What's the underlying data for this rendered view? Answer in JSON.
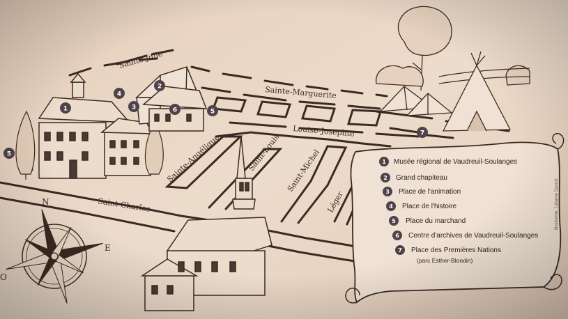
{
  "colors": {
    "paper": "#e9d6c4",
    "ink": "#3b2a22",
    "marker": "#4f4249",
    "scroll": "#efe1d3"
  },
  "streets": {
    "sainte_julie": "Sainte-Julie",
    "sainte_marguerite": "Sainte-Marguerite",
    "louise_josephte": "Louise-Josephte",
    "sainte_angelique": "Sainte-Angélique",
    "saint_louis": "Saint-Louis",
    "saint_michel": "Saint-Michel",
    "leger": "Léger",
    "saint_charles": "Saint-Charles"
  },
  "map_markers": {
    "m1": "1",
    "m2": "2",
    "m3": "3",
    "m4": "4",
    "m5a": "5",
    "m5b": "5",
    "m6": "6",
    "m7": "7"
  },
  "legend": {
    "items": [
      {
        "num": "1",
        "label": "Musée régional de Vaudreuil-Soulanges"
      },
      {
        "num": "2",
        "label": "Grand chapiteau"
      },
      {
        "num": "3",
        "label": "Place de l'animation"
      },
      {
        "num": "4",
        "label": "Place de l'histoire"
      },
      {
        "num": "5",
        "label": "Place du marchand"
      },
      {
        "num": "6",
        "label": "Centre d'archives de Vaudreuil-Soulanges"
      },
      {
        "num": "7",
        "label": "Place des Premières Nations"
      }
    ],
    "sub_label": "(parc Esther-Blondin)"
  },
  "compass": {
    "north": "N",
    "east": "E",
    "west": "O"
  },
  "credit": "Illustration: Julianne Daoust"
}
